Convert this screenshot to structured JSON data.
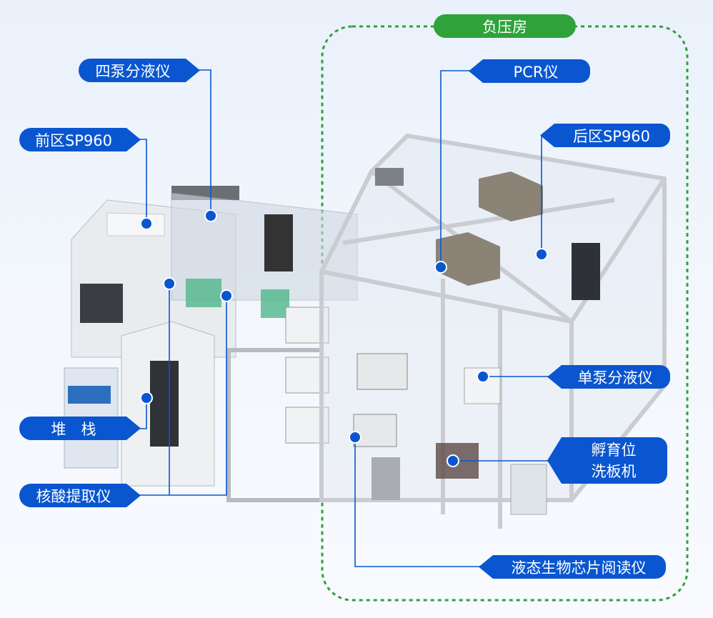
{
  "zone": {
    "label": "负压房",
    "color": "#2fa23a"
  },
  "callouts": {
    "four_pump_dispenser": "四泵分液仪",
    "front_sp960": "前区SP960",
    "stacker": "堆　栈",
    "nucleic_extractor": "核酸提取仪",
    "pcr": "PCR仪",
    "rear_sp960": "后区SP960",
    "single_pump_dispenser": "单泵分液仪",
    "incubator_line1": "孵育位",
    "incubator_line2": "洗板机",
    "chip_reader": "液态生物芯片阅读仪"
  },
  "accent_color": "#0a56d0"
}
